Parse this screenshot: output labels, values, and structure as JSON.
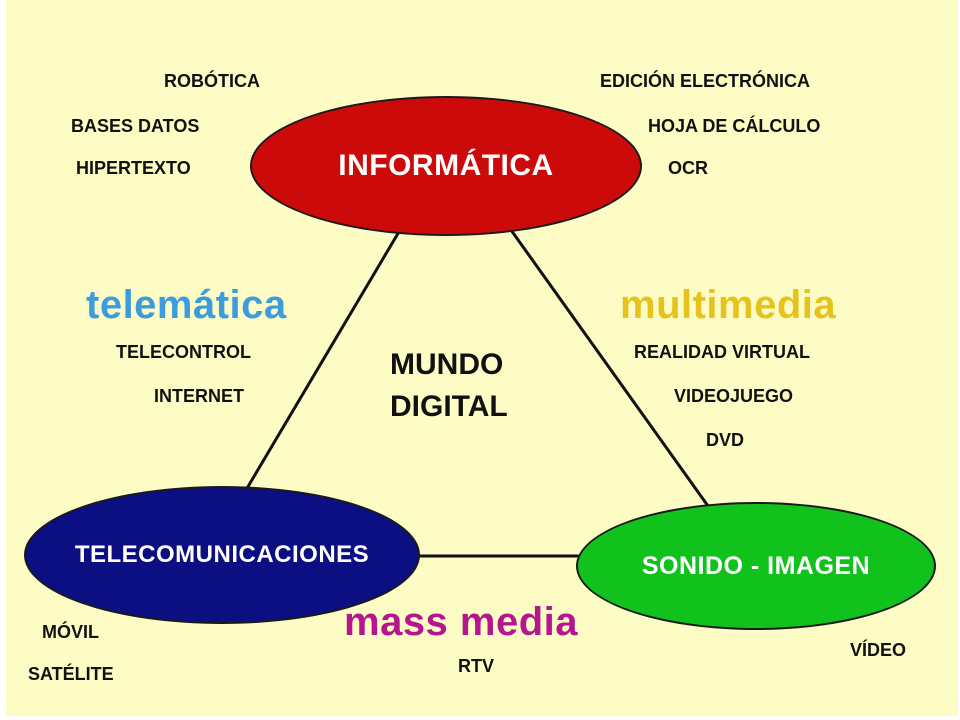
{
  "colors": {
    "background": "#fdfcc4",
    "informatica": "#cc0a0a",
    "telecomunicaciones": "#0b0f82",
    "sonido_imagen": "#12c21c",
    "telematica": "#3d9cde",
    "multimedia": "#e6c31c",
    "mass_media": "#b5168f",
    "connector": "#111111"
  },
  "nodes": {
    "informatica": "INFORMÁTICA",
    "telecomunicaciones": "TELECOMUNICACIONES",
    "sonido_imagen": "SONIDO - IMAGEN"
  },
  "center": {
    "line1": "MUNDO",
    "line2": "DIGITAL"
  },
  "categories": {
    "telematica": "telemática",
    "multimedia": "multimedia",
    "mass_media": "mass media"
  },
  "labels": {
    "informatica_left": [
      "ROBÓTICA",
      "BASES DATOS",
      "HIPERTEXTO"
    ],
    "informatica_right": [
      "EDICIÓN ELECTRÓNICA",
      "HOJA DE CÁLCULO",
      "OCR"
    ],
    "telematica": [
      "TELECONTROL",
      "INTERNET"
    ],
    "multimedia": [
      "REALIDAD VIRTUAL",
      "VIDEOJUEGO",
      "DVD"
    ],
    "telecomunicaciones": [
      "MÓVIL",
      "SATÉLITE"
    ],
    "mass_media": [
      "RTV"
    ],
    "sonido_imagen": [
      "VÍDEO"
    ]
  }
}
